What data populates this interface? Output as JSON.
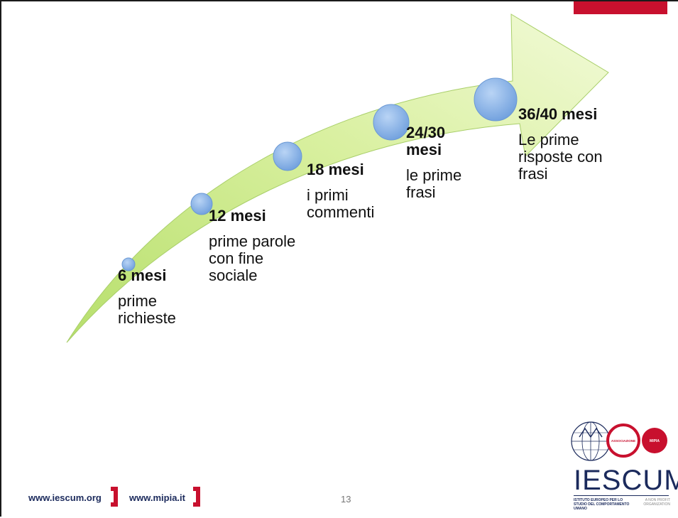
{
  "milestones": [
    {
      "title": "6 mesi",
      "description": "prime richieste"
    },
    {
      "title": "12 mesi",
      "description": "prime parole con fine sociale"
    },
    {
      "title": "18 mesi",
      "description": "i primi commenti"
    },
    {
      "title": "24/30 mesi",
      "description": "le prime frasi"
    },
    {
      "title": "36/40 mesi",
      "description": "Le prime risposte con frasi"
    }
  ],
  "footer": {
    "link_iescum": "www.iescum.org",
    "link_mipia": "www.mipia.it",
    "page_number": "13"
  },
  "logo": {
    "name": "IESCUM",
    "badge_left": "ASSOCIAZIONE",
    "badge_right": "MIPIA",
    "subtitle_left": "ISTITUTO EUROPEO PER LO STUDIO DEL COMPORTAMENTO UMANO",
    "subtitle_right": "A NON PROFIT ORGANIZATION"
  },
  "colors": {
    "accent_red": "#c8102e",
    "arrow_green_light": "#eef8c8",
    "arrow_green_dark": "#b8e070",
    "bubble_blue": "#8fb8ea",
    "brand_navy": "#1b2a5c"
  }
}
